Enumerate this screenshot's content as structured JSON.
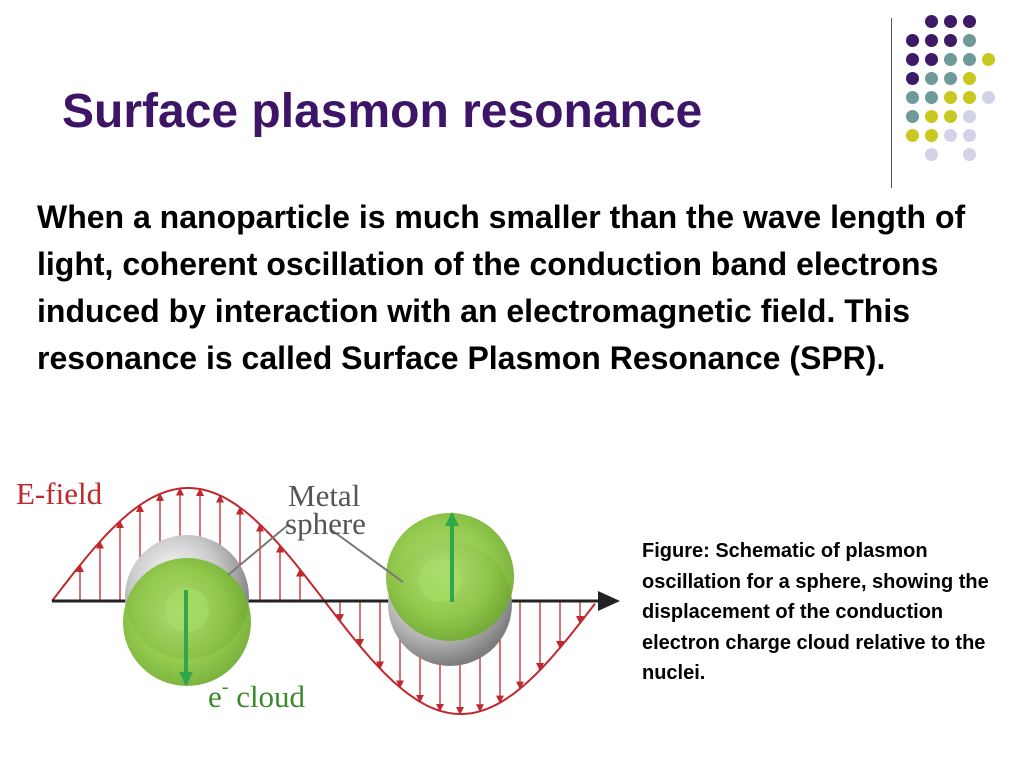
{
  "slide": {
    "title": "Surface plasmon resonance",
    "body": "When a nanoparticle is much smaller than the wave length of light, coherent oscillation of the conduction band electrons induced by interaction with an electromagnetic field. This resonance is called Surface Plasmon Resonance (SPR).",
    "caption": "Figure: Schematic of plasmon oscillation for a sphere, showing the displacement of the conduction electron charge cloud relative to the nuclei."
  },
  "theme": {
    "title_color": "#3d1466",
    "divider_color": "#555555",
    "dot_colors": {
      "purple": "#3e1a66",
      "teal": "#6f9a9a",
      "yellow": "#c8c81e",
      "lavender": "#d3d3e8"
    },
    "dot_rows": [
      [
        "empty",
        "purple",
        "purple",
        "purple"
      ],
      [
        "purple",
        "purple",
        "purple",
        "teal"
      ],
      [
        "purple",
        "purple",
        "teal",
        "teal",
        "yellow"
      ],
      [
        "purple",
        "teal",
        "teal",
        "yellow"
      ],
      [
        "teal",
        "teal",
        "yellow",
        "yellow",
        "lavender"
      ],
      [
        "teal",
        "yellow",
        "yellow",
        "lavender"
      ],
      [
        "yellow",
        "yellow",
        "lavender",
        "lavender"
      ],
      [
        "empty",
        "lavender",
        "empty",
        "lavender"
      ]
    ]
  },
  "diagram": {
    "efield_label": "E-field",
    "metal_label_line1": "Metal",
    "metal_label_line2": "sphere",
    "cloud_label_e": "e",
    "cloud_label_sup": "-",
    "cloud_label_rest": " cloud",
    "wave_color": "#c0282d",
    "cloud_color": "#8cc63f",
    "arrow_color": "#2ea84a",
    "axis_color": "#222222"
  }
}
